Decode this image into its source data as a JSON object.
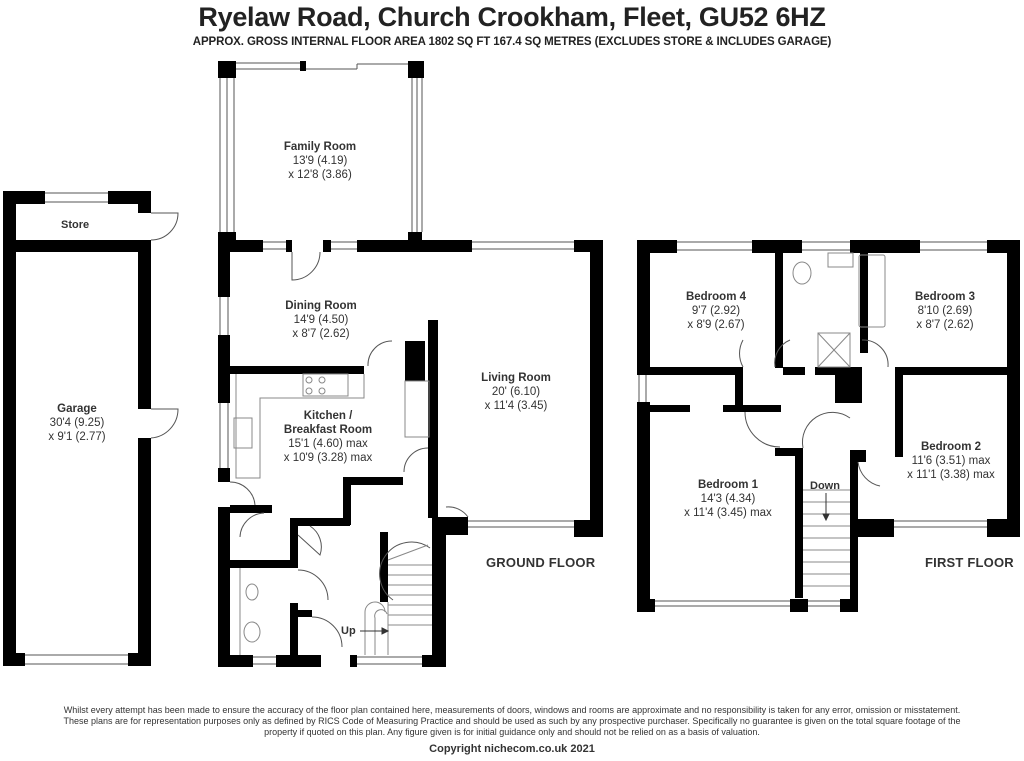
{
  "header": {
    "title": "Ryelaw Road, Church Crookham, Fleet, GU52 6HZ",
    "subtitle": "APPROX. GROSS INTERNAL FLOOR AREA 1802 SQ FT 167.4 SQ METRES (EXCLUDES STORE & INCLUDES GARAGE)"
  },
  "outbuilding": {
    "store": {
      "name": "Store"
    },
    "garage": {
      "name": "Garage",
      "dim1": "30'4 (9.25)",
      "dim2": "x 9'1 (2.77)"
    }
  },
  "ground_floor": {
    "label": "GROUND FLOOR",
    "stairs_label": "Up",
    "rooms": {
      "family_room": {
        "name": "Family Room",
        "dim1": "13'9 (4.19)",
        "dim2": "x 12'8 (3.86)"
      },
      "dining_room": {
        "name": "Dining Room",
        "dim1": "14'9 (4.50)",
        "dim2": "x 8'7 (2.62)"
      },
      "kitchen": {
        "name": "Kitchen /",
        "name2": "Breakfast Room",
        "dim1": "15'1 (4.60) max",
        "dim2": "x 10'9 (3.28) max"
      },
      "living_room": {
        "name": "Living Room",
        "dim1": "20' (6.10)",
        "dim2": "x 11'4 (3.45)"
      }
    }
  },
  "first_floor": {
    "label": "FIRST FLOOR",
    "stairs_label": "Down",
    "rooms": {
      "bedroom4": {
        "name": "Bedroom 4",
        "dim1": "9'7 (2.92)",
        "dim2": "x 8'9 (2.67)"
      },
      "bedroom3": {
        "name": "Bedroom 3",
        "dim1": "8'10 (2.69)",
        "dim2": "x 8'7 (2.62)"
      },
      "bedroom1": {
        "name": "Bedroom 1",
        "dim1": "14'3 (4.34)",
        "dim2": "x 11'4 (3.45) max"
      },
      "bedroom2": {
        "name": "Bedroom 2",
        "dim1": "11'6 (3.51) max",
        "dim2": "x 11'1 (3.38) max"
      }
    }
  },
  "footer": {
    "disclaimer": "Whilst every attempt has been made to ensure the accuracy of the floor plan contained here, measurements of doors, windows and rooms are approximate and no responsibility is taken for any error, omission or misstatement. These plans are for representation purposes only as defined by RICS Code of Measuring Practice and should be used as such by any prospective purchaser.  Specifically no guarantee is given on the total square footage of the property if quoted on this plan. Any figure given is for initial guidance only and should not be relied on as a basis of valuation.",
    "copyright": "Copyright nichecom.co.uk 2021"
  },
  "colors": {
    "wall": "#000000",
    "text": "#333333",
    "fixture_line": "#888888",
    "background": "#ffffff"
  }
}
